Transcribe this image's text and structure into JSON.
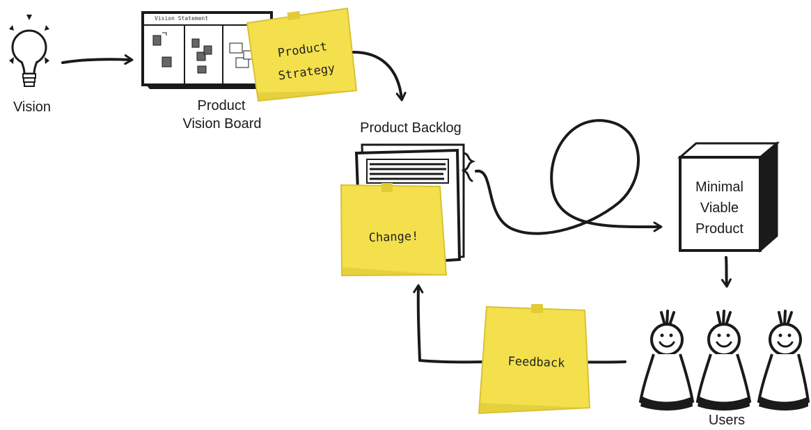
{
  "labels": {
    "vision": "Vision",
    "vision_board": [
      "Product",
      "Vision Board"
    ],
    "vision_statement": "Vision Statement",
    "product_backlog": "Product Backlog",
    "mvp": [
      "Minimal",
      "Viable",
      "Product"
    ],
    "users": "Users"
  },
  "sticky_notes": {
    "strategy": [
      "Product",
      "Strategy"
    ],
    "change": "Change!",
    "feedback": "Feedback"
  },
  "colors": {
    "ink": "#1a1a1a",
    "sticky": "#f4e04d",
    "sticky_shadow": "#d8c233",
    "paper": "#ffffff"
  }
}
